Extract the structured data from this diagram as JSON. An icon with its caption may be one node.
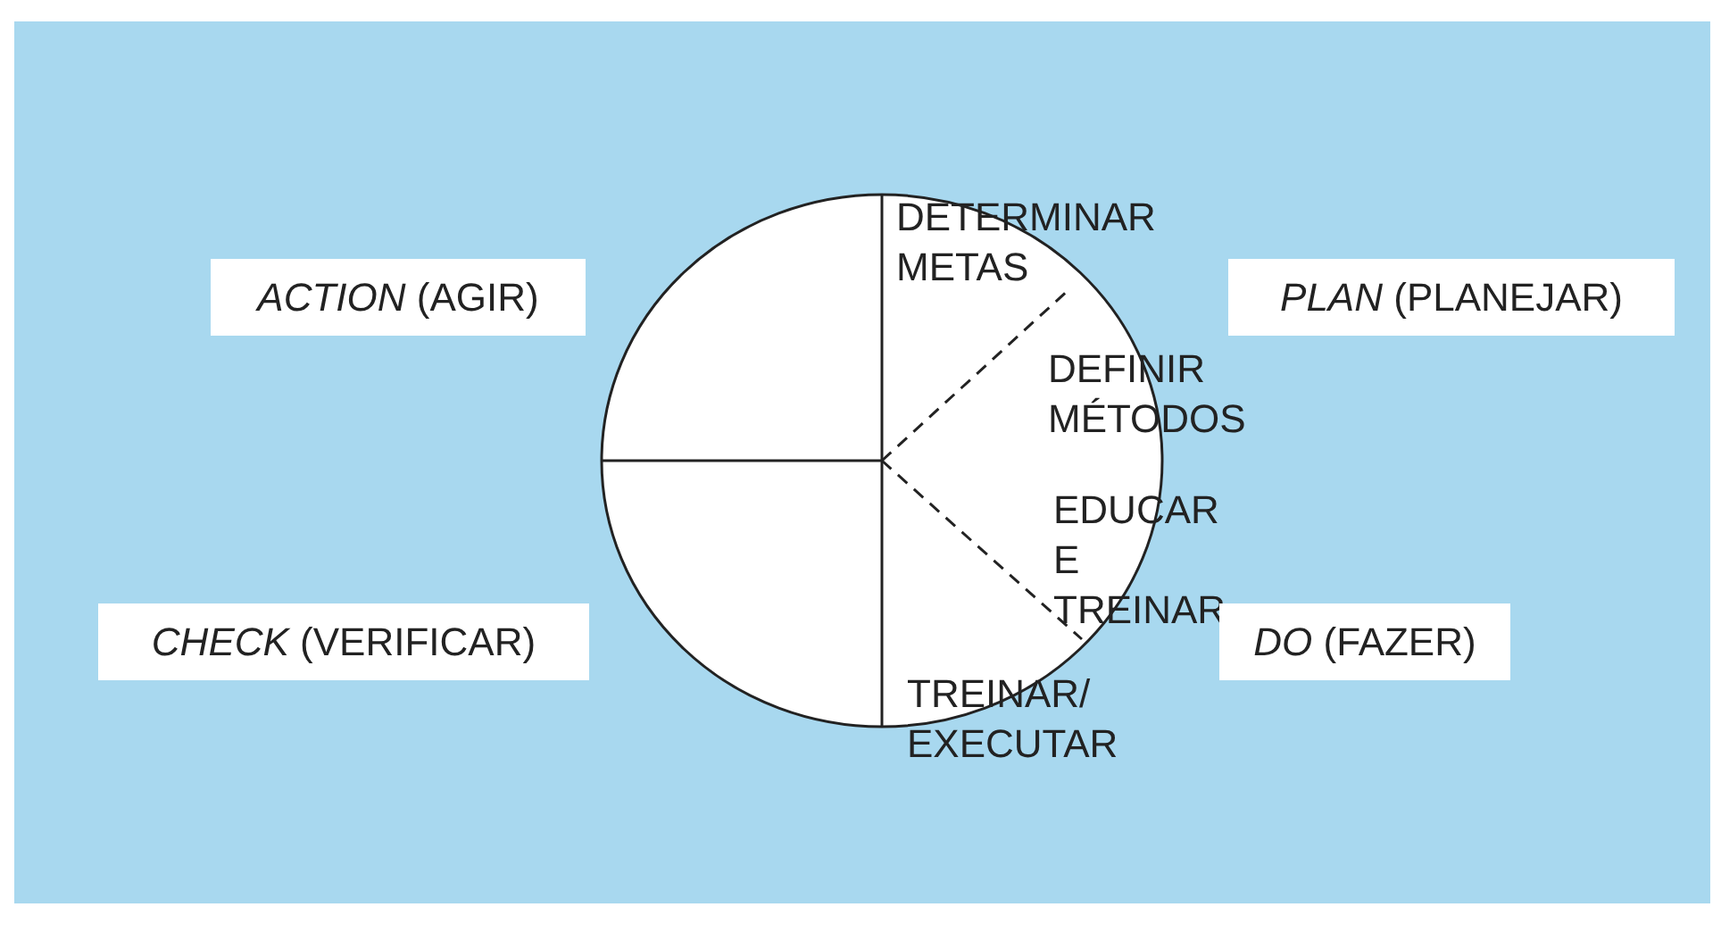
{
  "diagram": {
    "nodes": [
      {
        "text": [
          "DETERMINAR METAS",
          "DEFINIR MÉTODOS",
          "EDUCAR E TREINAR",
          "TREINAR/ EXECUTAR"
        ]
      },
      {
        "text": [
          "*ACTION* (AGIR)"
        ]
      },
      {
        "text": [
          "*PLAN* (PLANEJAR)"
        ]
      },
      {
        "text": [
          "*CHECK* (VERIFICAR)"
        ]
      },
      {
        "text": [
          "*DO* (FAZER)"
        ]
      }
    ]
  }
}
